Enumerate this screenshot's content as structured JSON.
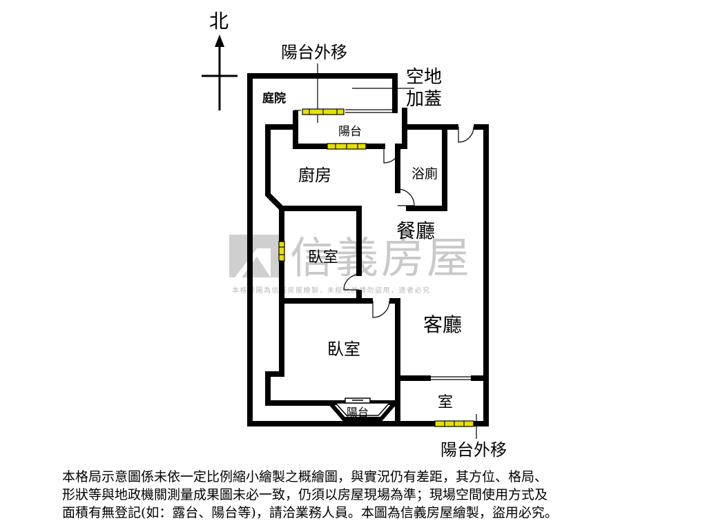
{
  "compass": {
    "north_label": "北"
  },
  "labels": {
    "balcony_moved_top": "陽台外移",
    "empty_lot_line1": "空地",
    "empty_lot_line2": "加蓋",
    "courtyard": "庭院",
    "balcony_top": "陽台",
    "kitchen": "廚房",
    "bathroom": "浴廁",
    "dining_room": "餐廳",
    "bedroom_1": "臥室",
    "bedroom_2": "臥室",
    "living_room": "客廳",
    "room": "室",
    "balcony_bottom": "陽台",
    "balcony_moved_bottom": "陽台外移"
  },
  "watermark": {
    "brand": "信義房屋",
    "notice": "本格局圖為信義房屋繪製，未經允許請勿盜用，違者必究"
  },
  "disclaimer": {
    "line1": "本格局示意圖係未依一定比例縮小繪製之概繪圖，與實況仍有差距，其方位、格局、",
    "line2": "形狀等與地政機關測量成果圖未必一致，仍須以房屋現場為準；現場空間使用方式及",
    "line3": "面積有無登記(如：露台、陽台等)，請洽業務人員。本圖為信義房屋繪製，盜用必究。"
  },
  "colors": {
    "wall": "#000000",
    "window_fill": "#e8e000",
    "watermark": "#c9c9c9"
  }
}
